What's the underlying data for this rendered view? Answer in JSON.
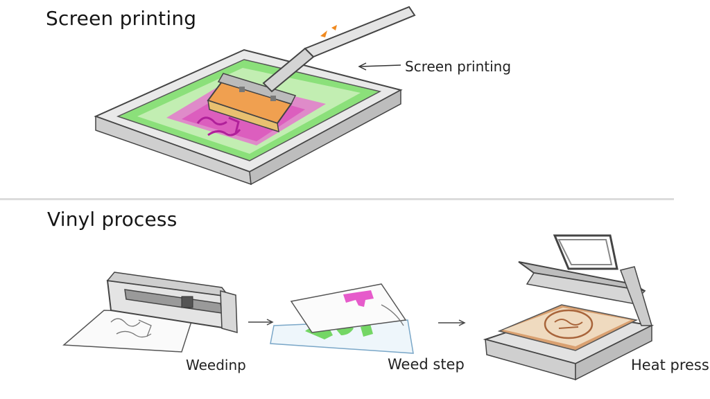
{
  "sections": {
    "screen_printing": {
      "title": "Screen printing",
      "callout_label": "Screen printing"
    },
    "vinyl_process": {
      "title": "Vinyl process",
      "steps": [
        {
          "label": "Weedinp",
          "icon": "vinyl-cutter-icon"
        },
        {
          "label": "Weed step",
          "icon": "weeded-vinyl-sheets-icon"
        },
        {
          "label": "Heat press",
          "icon": "heat-press-icon"
        }
      ]
    }
  },
  "colors": {
    "ink_magenta": "#d93bb4",
    "mesh_green": "#8be07a",
    "squeegee_orange": "#f0a050",
    "platen_tan": "#d9a070",
    "line_sketch": "#3a3a3a"
  }
}
